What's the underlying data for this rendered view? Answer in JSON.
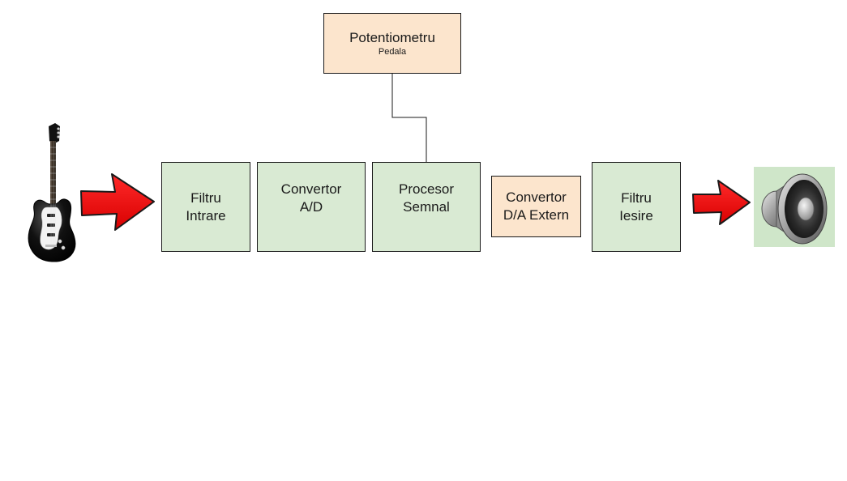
{
  "diagram": {
    "blocks": {
      "potentiometer": {
        "label": "Potentiometru",
        "sublabel": "Pedala",
        "color": "#fce5cd"
      },
      "input_filter": {
        "label": "Filtru\nIntrare",
        "color": "#d9ead3"
      },
      "adc": {
        "label": "Convertor\nA/D",
        "color": "#d9ead3"
      },
      "processor": {
        "label": "Procesor\nSemnal",
        "color": "#d9ead3"
      },
      "dac": {
        "label": "Convertor\nD/A Extern",
        "color": "#fce5cd"
      },
      "output_filter": {
        "label": "Filtru\nIesire",
        "color": "#d9ead3"
      }
    },
    "icons": {
      "source": "electric-guitar-icon",
      "sink": "speaker-icon",
      "flow_arrow": "red-arrow-icon"
    },
    "colors": {
      "arrow_fill": "#ff0000",
      "arrow_stroke": "#1a1a1a",
      "line": "#1a1a1a",
      "speaker_bg": "#cfe6c9"
    }
  }
}
